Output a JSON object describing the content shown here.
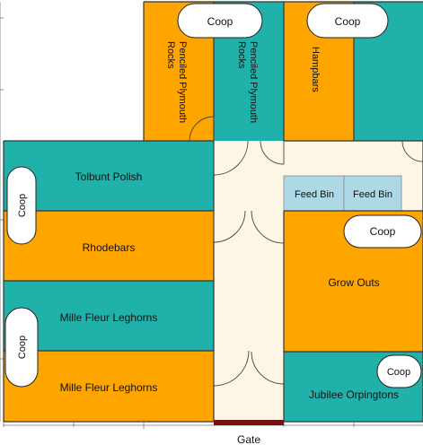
{
  "colors": {
    "orange": "#FFA500",
    "teal": "#20B2AA",
    "cream": "#FDF6E4",
    "feed_bin": "#ADD8E6",
    "gate": "#7A1111",
    "wall": "#333333",
    "coop_fill": "#FFFFFF"
  },
  "pens": {
    "penciled_plymouth_1": "Penciled Plymouth Rocks",
    "penciled_plymouth_2": "Penciled Plymouth Rocks",
    "hampbars": "Hampbars",
    "tolbunt_polish": "Tolbunt Polish",
    "rhodebars": "Rhodebars",
    "mille_fleur_1": "Mille Fleur Leghorns",
    "mille_fleur_2": "Mille Fleur Leghorns",
    "grow_outs": "Grow Outs",
    "jubilee_orpingtons": "Jubilee Orpingtons"
  },
  "coops": {
    "top_left": "Coop",
    "top_right": "Coop",
    "tolbunt": "Coop",
    "mille_fleur": "Coop",
    "grow_outs": "Coop",
    "jubilee": "Coop"
  },
  "feed_bins": {
    "left": "Feed Bin",
    "right": "Feed Bin"
  },
  "gate_label": "Gate"
}
